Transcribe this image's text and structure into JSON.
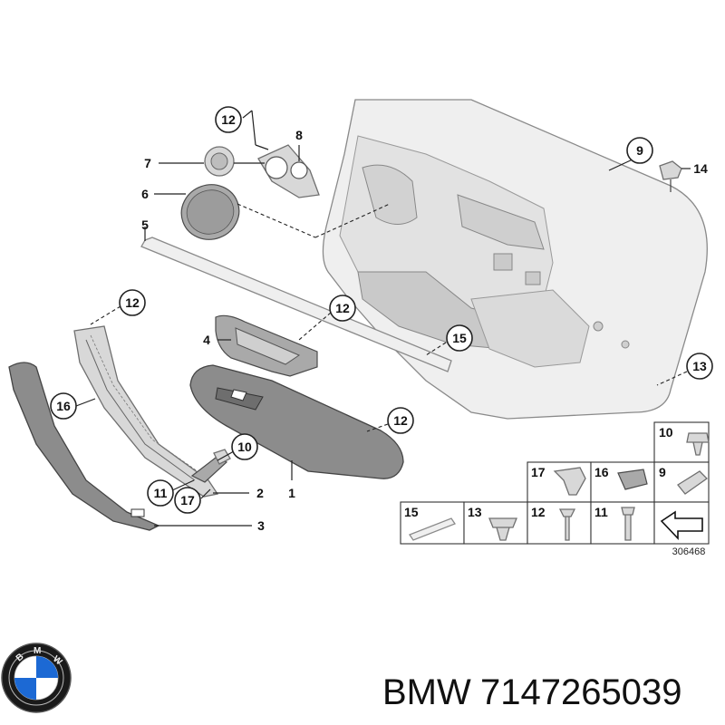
{
  "diagram": {
    "callouts": {
      "c12a": "12",
      "c8": "8",
      "c7": "7",
      "c6": "6",
      "c5": "5",
      "c9": "9",
      "c14": "14",
      "c12b": "12",
      "c12c": "12",
      "c4": "4",
      "c15": "15",
      "c13": "13",
      "c16": "16",
      "c12d": "12",
      "c10": "10",
      "c11": "11",
      "c17": "17",
      "c2": "2",
      "c1": "1",
      "c3": "3"
    },
    "legend_cells": {
      "r1_10": "10",
      "r2_17": "17",
      "r2_16": "16",
      "r2_9": "9",
      "r3_15": "15",
      "r3_13": "13",
      "r3_12": "12",
      "r3_11": "11"
    },
    "reference_number": "306468"
  },
  "footer": {
    "brand": "BMW",
    "part_number": "7147265039",
    "logo_icon": "bmw-roundel-icon"
  },
  "colors": {
    "logo_blue": "#1c69d4",
    "part_dark": "#8c8c8c",
    "part_light": "#efefef"
  }
}
